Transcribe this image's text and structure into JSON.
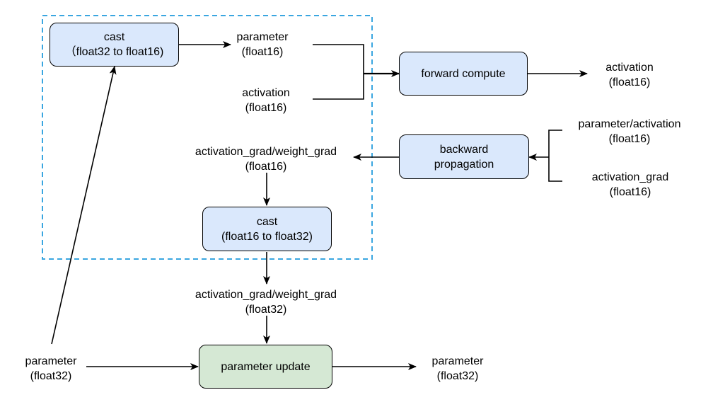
{
  "nodes": {
    "cast_down": {
      "line1": "cast",
      "line2": "（float32 to float16)"
    },
    "forward": {
      "line1": "forward compute"
    },
    "backward": {
      "line1": "backward",
      "line2": "propagation"
    },
    "cast_up": {
      "line1": "cast",
      "line2": "(float16 to float32)"
    },
    "update": {
      "line1": "parameter update"
    }
  },
  "labels": {
    "param_fp16": {
      "line1": "parameter",
      "line2": "(float16)"
    },
    "activation_in_fp16": {
      "line1": "activation",
      "line2": "(float16)"
    },
    "activation_out_fp16": {
      "line1": "activation",
      "line2": "(float16)"
    },
    "param_act_fp16": {
      "line1": "parameter/activation",
      "line2": "(float16)"
    },
    "act_grad_fp16": {
      "line1": "activation_grad",
      "line2": "(float16)"
    },
    "grads_fp16": {
      "line1": "activation_grad/weight_grad",
      "line2": "(float16)"
    },
    "grads_fp32": {
      "line1": "activation_grad/weight_grad",
      "line2": "(float32)"
    },
    "param_in_fp32": {
      "line1": "parameter",
      "line2": "(float32)"
    },
    "param_out_fp32": {
      "line1": "parameter",
      "line2": "(float32)"
    }
  },
  "colors": {
    "node_blue": "#dae8fc",
    "node_green": "#d5e8d4",
    "dashed_region": "#3aa6e0",
    "line": "#000000"
  }
}
